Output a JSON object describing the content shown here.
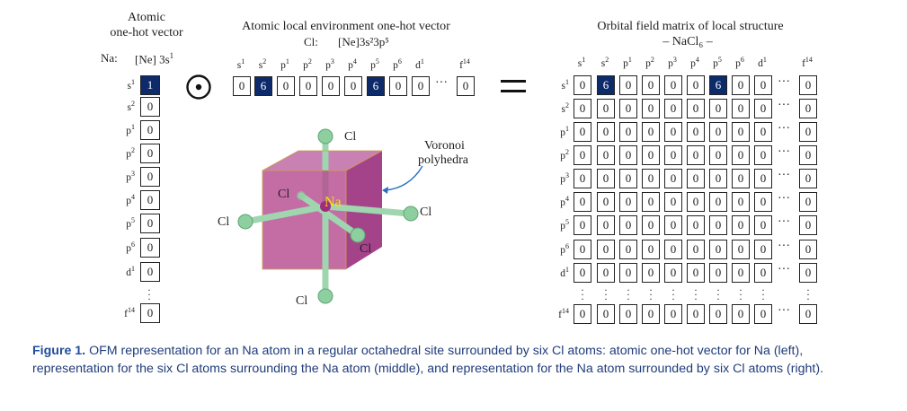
{
  "left": {
    "title_line1": "Atomic",
    "title_line2": "one-hot vector",
    "atom_label": "Na:",
    "config": "[Ne] 3s",
    "config_sup": "1",
    "rows": [
      "s1",
      "s2",
      "p1",
      "p2",
      "p3",
      "p4",
      "p5",
      "p6",
      "d1",
      "f14"
    ],
    "values": [
      "1",
      "0",
      "0",
      "0",
      "0",
      "0",
      "0",
      "0",
      "0",
      "0"
    ]
  },
  "operator_symbol": "⊙",
  "middle": {
    "title": "Atomic local environment one-hot vector",
    "atom_label": "Cl:",
    "config": "[Ne]3s²3p⁵",
    "cols": [
      "s1",
      "s2",
      "p1",
      "p2",
      "p3",
      "p4",
      "p5",
      "p6",
      "d1",
      "f14"
    ],
    "values": [
      "0",
      "6",
      "0",
      "0",
      "0",
      "0",
      "6",
      "0",
      "0",
      "0"
    ],
    "ellipsis": "···"
  },
  "equals_symbol": "=",
  "diagram": {
    "center_atom": "Na",
    "ligands": [
      "Cl",
      "Cl",
      "Cl",
      "Cl",
      "Cl",
      "Cl"
    ],
    "voronoi_label_line1": "Voronoi",
    "voronoi_label_line2": "polyhedra",
    "colors": {
      "cube": "#b03a8a",
      "bond": "#9fd6b0",
      "na_text": "#f5e400"
    }
  },
  "right": {
    "title": "Orbital field matrix of local structure",
    "subtitle": "– NaCl₆ –",
    "cols": [
      "s1",
      "s2",
      "p1",
      "p2",
      "p3",
      "p4",
      "p5",
      "p6",
      "d1",
      "f14"
    ],
    "rows": [
      "s1",
      "s2",
      "p1",
      "p2",
      "p3",
      "p4",
      "p5",
      "p6",
      "d1",
      "f14"
    ],
    "first_row": [
      "0",
      "6",
      "0",
      "0",
      "0",
      "0",
      "6",
      "0",
      "0",
      "0"
    ],
    "zero": "0",
    "ellipsis": "···"
  },
  "caption": {
    "label": "Figure 1.",
    "text": " OFM representation for an Na atom in a regular octahedral site surrounded by six Cl atoms: atomic one-hot vector for Na (left), representation for the six Cl atoms surrounding the Na atom (middle), and representation for the Na atom surrounded by six Cl atoms (right)."
  },
  "accent": "#0d2a6b"
}
